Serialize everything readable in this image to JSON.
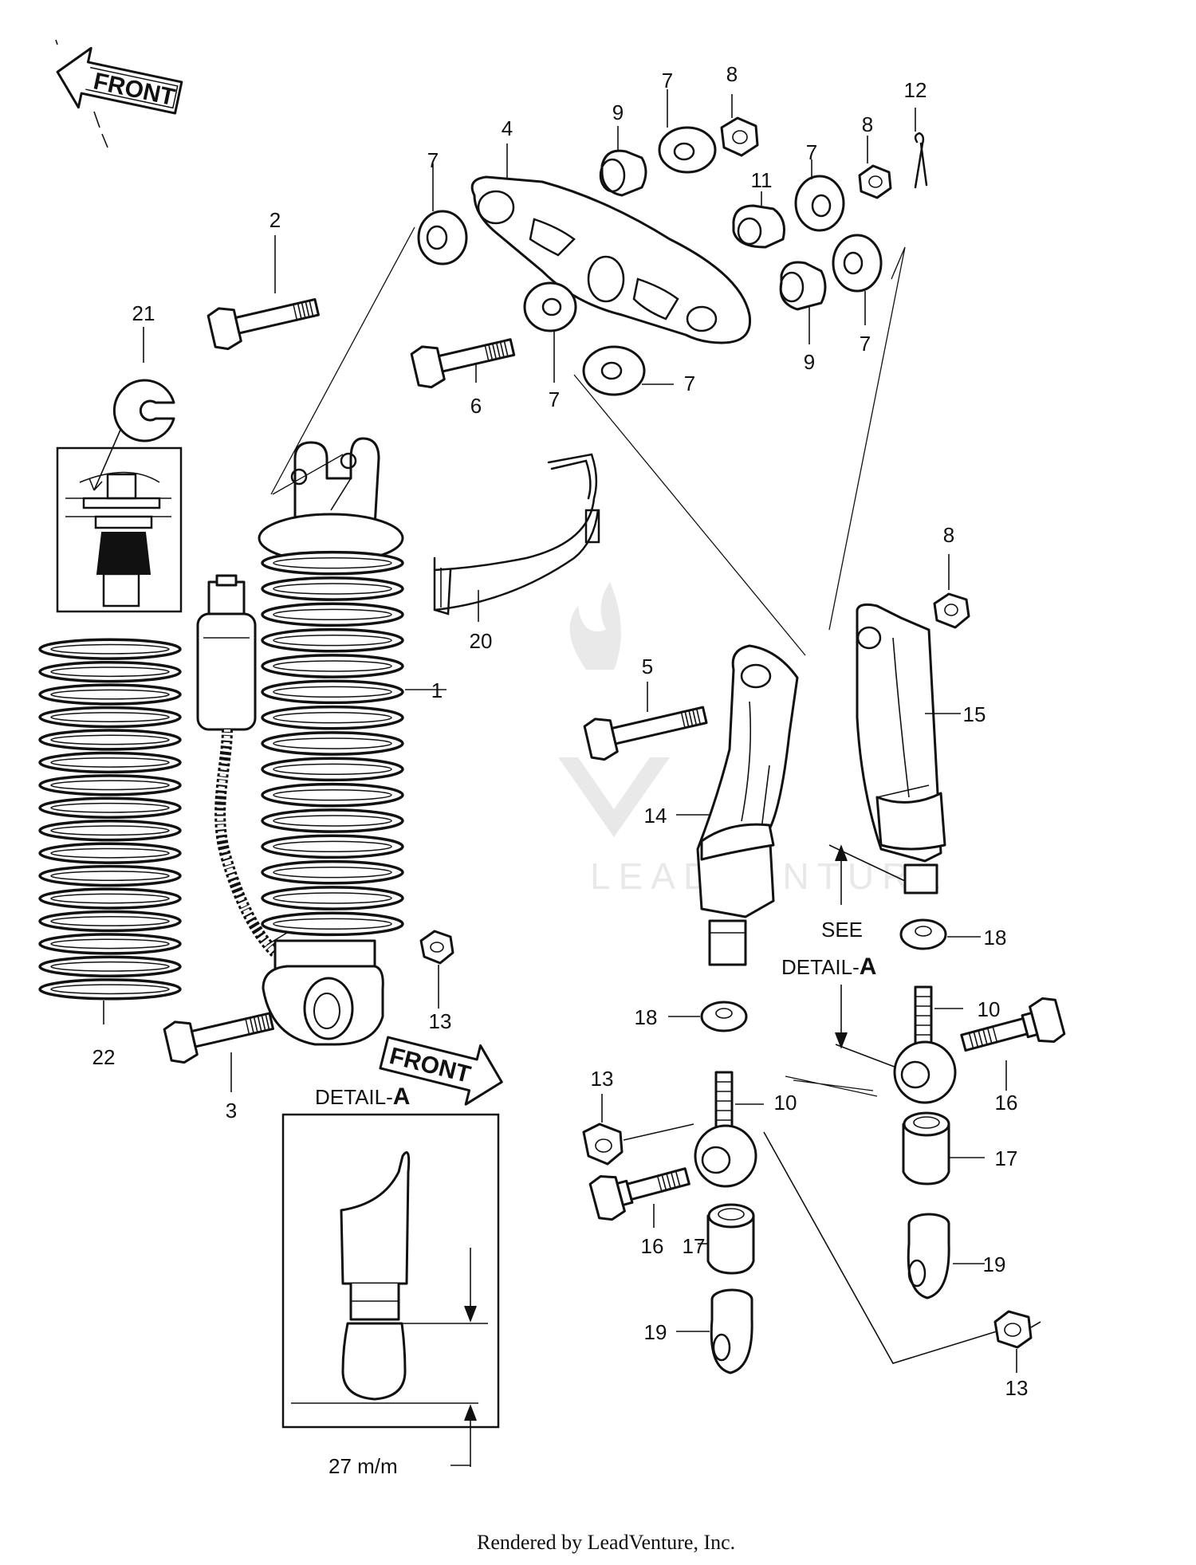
{
  "callouts": [
    {
      "id": "c1",
      "text": "1"
    },
    {
      "id": "c2",
      "text": "2"
    },
    {
      "id": "c3",
      "text": "3"
    },
    {
      "id": "c4",
      "text": "4"
    },
    {
      "id": "c5",
      "text": "5"
    },
    {
      "id": "c6",
      "text": "6"
    },
    {
      "id": "c7a",
      "text": "7"
    },
    {
      "id": "c7b",
      "text": "7"
    },
    {
      "id": "c7c",
      "text": "7"
    },
    {
      "id": "c7d",
      "text": "7"
    },
    {
      "id": "c7e",
      "text": "7"
    },
    {
      "id": "c7f",
      "text": "7"
    },
    {
      "id": "c8a",
      "text": "8"
    },
    {
      "id": "c8b",
      "text": "8"
    },
    {
      "id": "c8c",
      "text": "8"
    },
    {
      "id": "c9a",
      "text": "9"
    },
    {
      "id": "c9b",
      "text": "9"
    },
    {
      "id": "c10a",
      "text": "10"
    },
    {
      "id": "c10b",
      "text": "10"
    },
    {
      "id": "c11",
      "text": "11"
    },
    {
      "id": "c12",
      "text": "12"
    },
    {
      "id": "c13a",
      "text": "13"
    },
    {
      "id": "c13b",
      "text": "13"
    },
    {
      "id": "c13c",
      "text": "13"
    },
    {
      "id": "c14",
      "text": "14"
    },
    {
      "id": "c15",
      "text": "15"
    },
    {
      "id": "c16a",
      "text": "16"
    },
    {
      "id": "c16b",
      "text": "16"
    },
    {
      "id": "c17a",
      "text": "17"
    },
    {
      "id": "c17b",
      "text": "17"
    },
    {
      "id": "c18a",
      "text": "18"
    },
    {
      "id": "c18b",
      "text": "18"
    },
    {
      "id": "c19a",
      "text": "19"
    },
    {
      "id": "c19b",
      "text": "19"
    },
    {
      "id": "c20",
      "text": "20"
    },
    {
      "id": "c21",
      "text": "21"
    },
    {
      "id": "c22",
      "text": "22"
    }
  ],
  "front_labels": [
    "FRONT",
    "FRONT"
  ],
  "see": "SEE",
  "detail_ref": {
    "prefix": "DETAIL-",
    "letter": "A"
  },
  "detail_box": {
    "prefix": "DETAIL-",
    "letter": "A",
    "dimension": "27 m/m"
  },
  "watermark": "LEADVENTURE",
  "footer": "Rendered by LeadVenture, Inc."
}
